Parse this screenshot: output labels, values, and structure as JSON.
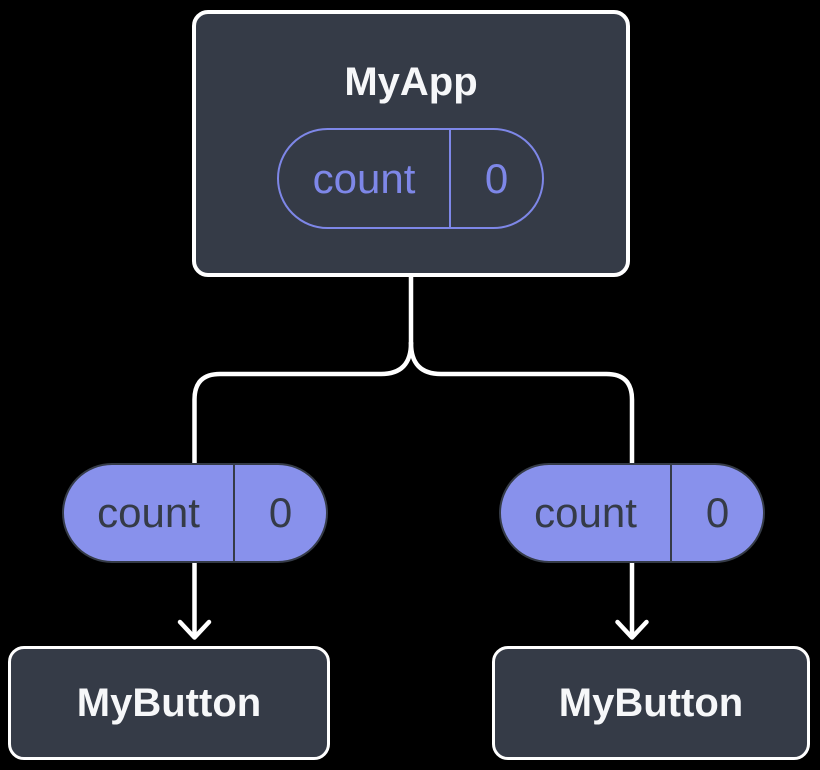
{
  "colors": {
    "background": "#000000",
    "node_fill": "#353B47",
    "node_border": "#FFFFFF",
    "node_text": "#F6F7F9",
    "accent_purple": "#8891EC",
    "pill_outline_purple": "#7E87E8",
    "pill_dark": "#353B47",
    "connector": "#FFFFFF"
  },
  "diagram": {
    "root": {
      "title": "MyApp",
      "state": {
        "name": "count",
        "value": "0"
      }
    },
    "children": [
      {
        "title": "MyButton",
        "state": {
          "name": "count",
          "value": "0"
        }
      },
      {
        "title": "MyButton",
        "state": {
          "name": "count",
          "value": "0"
        }
      }
    ]
  }
}
